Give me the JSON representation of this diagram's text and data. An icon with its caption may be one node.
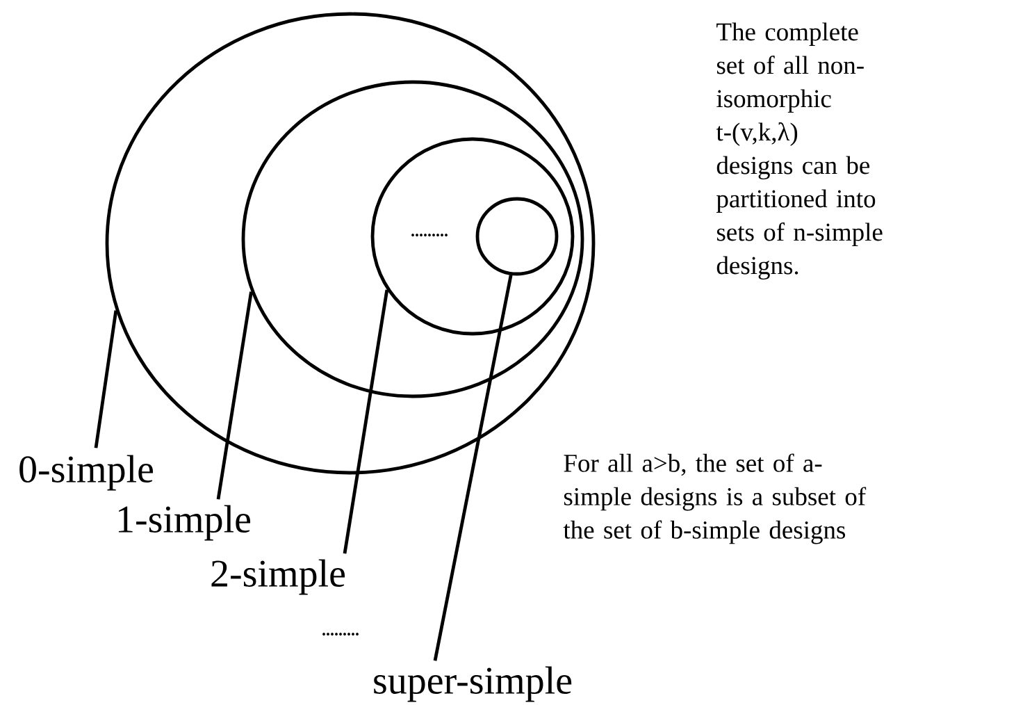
{
  "diagram": {
    "nodes": [
      {
        "text": [],
        "shape": "circle"
      },
      {
        "text": [],
        "shape": "circle",
        "in": 0
      },
      {
        "text": [],
        "shape": "circle",
        "in": 1
      },
      {
        "text": [],
        "shape": "circle",
        "in": 2
      },
      {
        "text": [
          "0-simple"
        ]
      },
      {
        "text": [
          "1-simple"
        ]
      },
      {
        "text": [
          "2-simple"
        ]
      },
      {
        "text": [
          "super-simple"
        ]
      }
    ],
    "edges": [
      {
        "from": 4,
        "to": 0,
        "arrow": "none"
      },
      {
        "from": 5,
        "to": 1,
        "arrow": "none"
      },
      {
        "from": 6,
        "to": 2,
        "arrow": "none"
      },
      {
        "from": 7,
        "to": 3,
        "arrow": "none"
      }
    ],
    "labels": [
      "The complete set of all non-isomorphic t-(v,k,λ) designs can be partitioned into sets of n-simple designs.",
      ".........",
      "For all a>b, the set of a-simple designs is a subset of the set of b-simple designs",
      "........."
    ]
  }
}
